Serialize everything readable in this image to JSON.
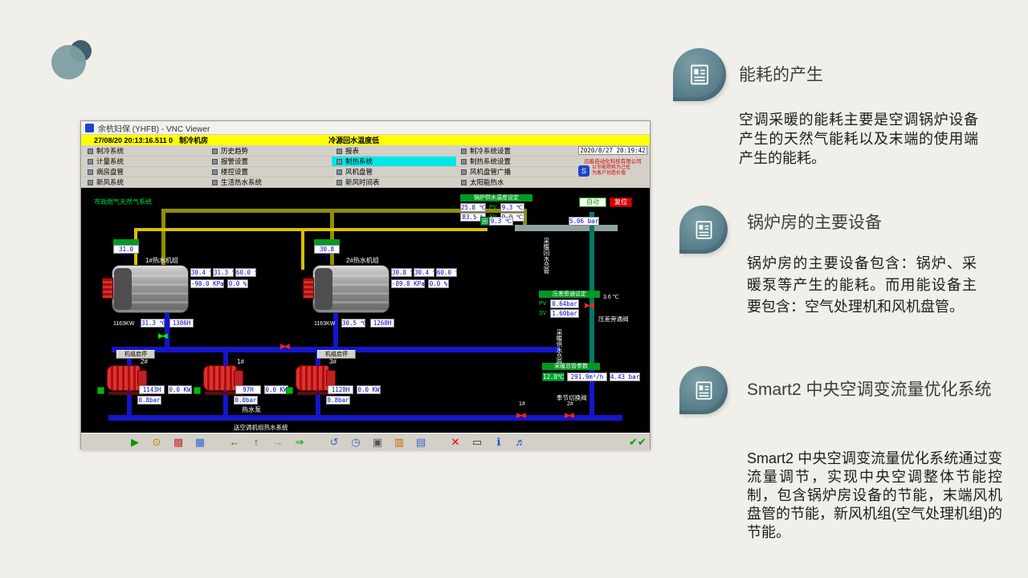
{
  "slide": {
    "sections": [
      {
        "title": "能耗的产生",
        "body": "空调采暖的能耗主要是空调锅炉设备产生的天然气能耗以及末端的使用端产生的能耗。"
      },
      {
        "title": "锅炉房的主要设备",
        "body": "锅炉房的主要设备包含：锅炉、采暖泵等产生的能耗。而用能设备主要包含：空气处理机和风机盘管。"
      },
      {
        "title": "Smart2 中央空调变流量优化系统",
        "body": "Smart2 中央空调变流量优化系统通过变流量调节，实现中央空调整体节能控制，包含锅炉房设备的节能，末端风机盘管的节能，新风机组(空气处理机组)的节能。"
      }
    ]
  },
  "vnc": {
    "window_title": "余杭妇保 (YHFB) - VNC Viewer",
    "alarm_time": "27/08/20 20:13:16.511 0",
    "alarm_location": "制冷机房",
    "alarm_message": "冷源回水温度低",
    "datetime": "2020/8/27 20:19:42",
    "company": {
      "logo": "S",
      "name": "迅能自动化科技有限公司",
      "slogan1": "以节能降耗为己任",
      "slogan2": "为客户创造价值"
    },
    "menu": {
      "rows": [
        [
          "制冷系统",
          "历史趋势",
          "报表",
          "制冷系统设置"
        ],
        [
          "计量系统",
          "报警设置",
          "制热系统",
          "制热系统设置"
        ],
        [
          "病房盘管",
          "楼控设置",
          "风机盘管",
          "风机盘管广播"
        ],
        [
          "新风系统",
          "生活热水系统",
          "新风时间表",
          "太阳能热水"
        ]
      ]
    },
    "scada": {
      "gas_label": "市政燃气天然气系统",
      "glyphs": {
        "valve": "▶◀"
      },
      "boiler1": {
        "name": "1#热水机组",
        "flue": "31.0 ℃",
        "t1": "30.4 ℃",
        "t2": "31.3 ℃",
        "t3": "60.0 ℃",
        "kpa": "-90.0 KPa",
        "pct": "0.0 %",
        "power": "1163KW",
        "out": "31.3 ℃",
        "speed": "1386H",
        "btn": "机组启停"
      },
      "boiler2": {
        "name": "2#热水机组",
        "flue": "30.8 ℃",
        "t1": "30.8 ℃",
        "t2": "30.4 ℃",
        "t3": "60.0 ℃",
        "kpa": "-89.8 KPa",
        "pct": "0.0 %",
        "power": "1163KW",
        "out": "30.5 ℃",
        "speed": "1268H",
        "btn": "机组启停"
      },
      "pumps": [
        {
          "no": "2#",
          "speed": "1143H",
          "kw": "0.0 KW",
          "bar": "0.8bar"
        },
        {
          "no": "1#",
          "speed": "97H",
          "kw": "0.0 KW",
          "bar": "0.0bar"
        },
        {
          "no": "3#",
          "speed": "1128H",
          "kw": "0.0 KW",
          "bar": "0.8bar"
        }
      ],
      "pump_group_label": "热水泵",
      "supply": {
        "title": "锅炉供水温度设定",
        "v1": "25.8 ℃",
        "v2": "83.5 %",
        "pv_label": "PV",
        "pv": "9.3 ℃",
        "sv_label": "SV",
        "sv": "9.0 ℃"
      },
      "auto_btn": "自动",
      "reset_btn": "复位",
      "pipe_temp_tag": "回",
      "pipe_temp": "9.3 ℃",
      "pipe_pressure": "5.06 bar",
      "return_header_label": "采暖回水总管",
      "supply_header_label": "采暖供水总管",
      "bypass": {
        "title": "压差旁通设定",
        "pv_label": "PV",
        "pv": "0.64bar",
        "sv_label": "SV",
        "sv": "1.60bar",
        "aux": "3.6 ℃",
        "label": "压差旁通阀"
      },
      "flow": {
        "title": "采暖总管参数",
        "temp": "12.8℃",
        "rate": "291.9m³/h",
        "pressure": "4.43 bar"
      },
      "season_label": "季节切换阀",
      "valve1": "1#",
      "valve2": "2#",
      "bottom_label": "送空调机组热水系统"
    },
    "toolbar": {
      "icons": [
        {
          "name": "run",
          "glyph": "▶",
          "color": "#009900"
        },
        {
          "name": "key",
          "glyph": "⊙",
          "color": "#c08a00"
        },
        {
          "name": "palette",
          "glyph": "▩",
          "color": "#cc3333"
        },
        {
          "name": "grid",
          "glyph": "▦",
          "color": "#3366cc"
        },
        {
          "name": "back",
          "glyph": "←",
          "color": "#009900",
          "gap": true
        },
        {
          "name": "up",
          "glyph": "↑",
          "color": "#009900"
        },
        {
          "name": "forward",
          "glyph": "→",
          "color": "#888888"
        },
        {
          "name": "fast-forward",
          "glyph": "⇒",
          "color": "#009900"
        },
        {
          "name": "refresh",
          "glyph": "↺",
          "color": "#3366cc",
          "gap": true
        },
        {
          "name": "clock",
          "glyph": "◷",
          "color": "#3366cc"
        },
        {
          "name": "save",
          "glyph": "▣",
          "color": "#555555"
        },
        {
          "name": "chart",
          "glyph": "▥",
          "color": "#cc6600"
        },
        {
          "name": "documents",
          "glyph": "▤",
          "color": "#3366cc"
        },
        {
          "name": "delete",
          "glyph": "✕",
          "color": "#dd0000",
          "gap": true
        },
        {
          "name": "print",
          "glyph": "▭",
          "color": "#333333"
        },
        {
          "name": "info",
          "glyph": "ℹ",
          "color": "#0055cc"
        },
        {
          "name": "sound",
          "glyph": "♬",
          "color": "#0055cc"
        },
        {
          "name": "accept",
          "glyph": "✔✔",
          "color": "#009900",
          "push": true
        }
      ]
    }
  }
}
